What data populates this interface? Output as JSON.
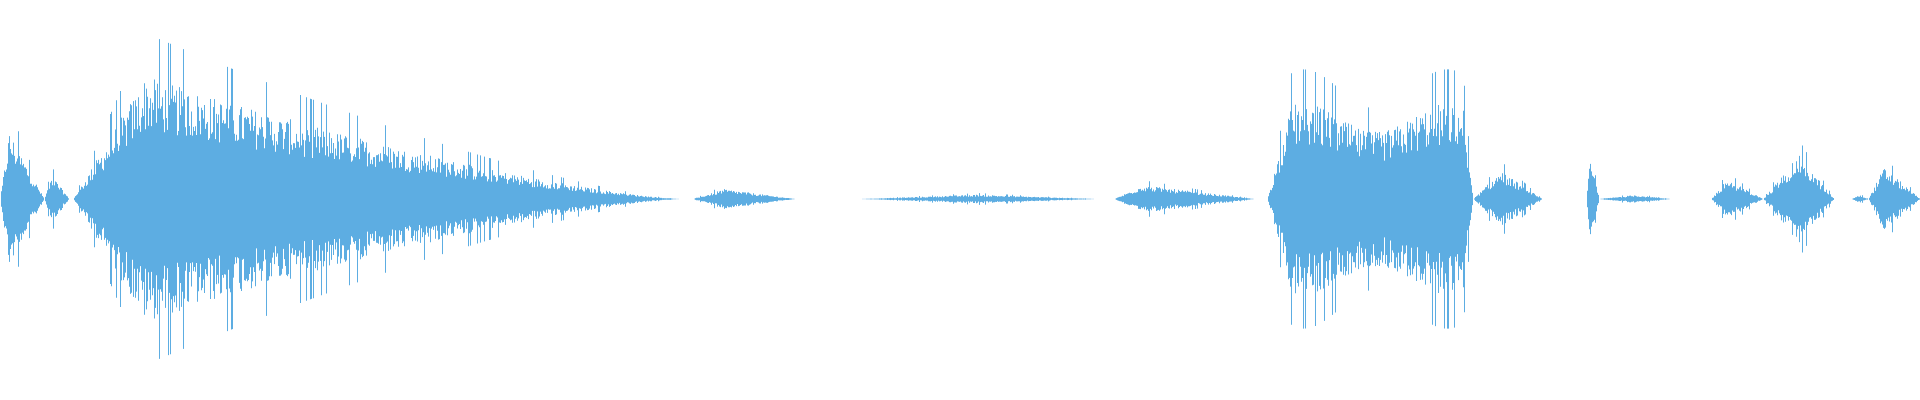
{
  "waveform": {
    "color": "#5dade2",
    "background": "#ffffff",
    "clips": [
      {
        "start": 0.0,
        "end": 0.023,
        "peak": 0.34,
        "attack": 0.2,
        "decay": 0.8
      },
      {
        "start": 0.023,
        "end": 0.036,
        "peak": 0.12,
        "attack": 0.3,
        "decay": 0.7
      },
      {
        "start": 0.038,
        "end": 0.354,
        "peak": 0.62,
        "attack": 0.12,
        "decay": 0.88,
        "shape": "front-loaded"
      },
      {
        "start": 0.361,
        "end": 0.414,
        "peak": 0.05,
        "attack": 0.3,
        "decay": 0.7
      },
      {
        "start": 0.448,
        "end": 0.571,
        "peak": 0.022,
        "attack": 0.5,
        "decay": 0.5
      },
      {
        "start": 0.58,
        "end": 0.653,
        "peak": 0.07,
        "attack": 0.2,
        "decay": 0.8
      },
      {
        "start": 0.66,
        "end": 0.767,
        "peak": 0.48,
        "attack": 0.12,
        "decay": 0.88,
        "shape": "block"
      },
      {
        "start": 0.767,
        "end": 0.803,
        "peak": 0.14,
        "attack": 0.4,
        "decay": 0.6
      },
      {
        "start": 0.826,
        "end": 0.833,
        "peak": 0.2,
        "attack": 0.3,
        "decay": 0.7
      },
      {
        "start": 0.833,
        "end": 0.87,
        "peak": 0.02,
        "attack": 0.5,
        "decay": 0.5
      },
      {
        "start": 0.891,
        "end": 0.918,
        "peak": 0.1,
        "attack": 0.3,
        "decay": 0.7
      },
      {
        "start": 0.918,
        "end": 0.955,
        "peak": 0.22,
        "attack": 0.5,
        "decay": 0.5
      },
      {
        "start": 0.964,
        "end": 0.973,
        "peak": 0.02,
        "attack": 0.5,
        "decay": 0.5
      },
      {
        "start": 0.973,
        "end": 1.0,
        "peak": 0.16,
        "attack": 0.3,
        "decay": 0.7
      }
    ]
  }
}
